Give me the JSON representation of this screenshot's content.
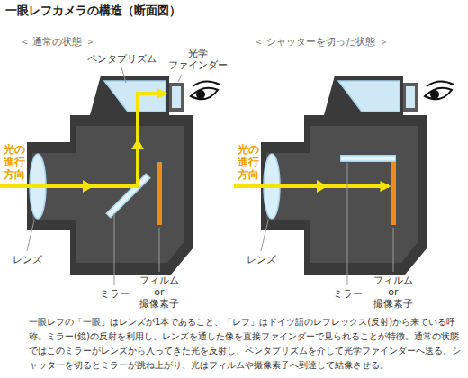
{
  "diagram": {
    "title": "一眼レフカメラの構造（断面図）",
    "caption": "一眼レフの「一眼」はレンズが1本であること、「レフ」はドイツ語のレフレックス(反射)から来ている呼称。ミラー(鏡)の反射を利用し、レンズを通した像を直接ファインダーで見られることが特徴。通常の状態ではこのミラーがレンズから入ってきた光を反射し、ペンタプリズムを介して光学ファインダーへ送る。シャッターを切るとミラーが跳ね上がり、光はフィルムや撮像素子へ到達して結像させる。",
    "labels": [
      "＜ 通常の状態 ＞",
      "＜ シャッターを切った状態 ＞",
      "ペンタプリズム",
      "光学 ファインダー",
      "光の 進行 方向",
      "光の 進行 方向",
      "レンズ",
      "ミラー",
      "フィルム or 撮像素子",
      "レンズ",
      "ミラー",
      "フィルム or 撮像素子"
    ]
  }
}
